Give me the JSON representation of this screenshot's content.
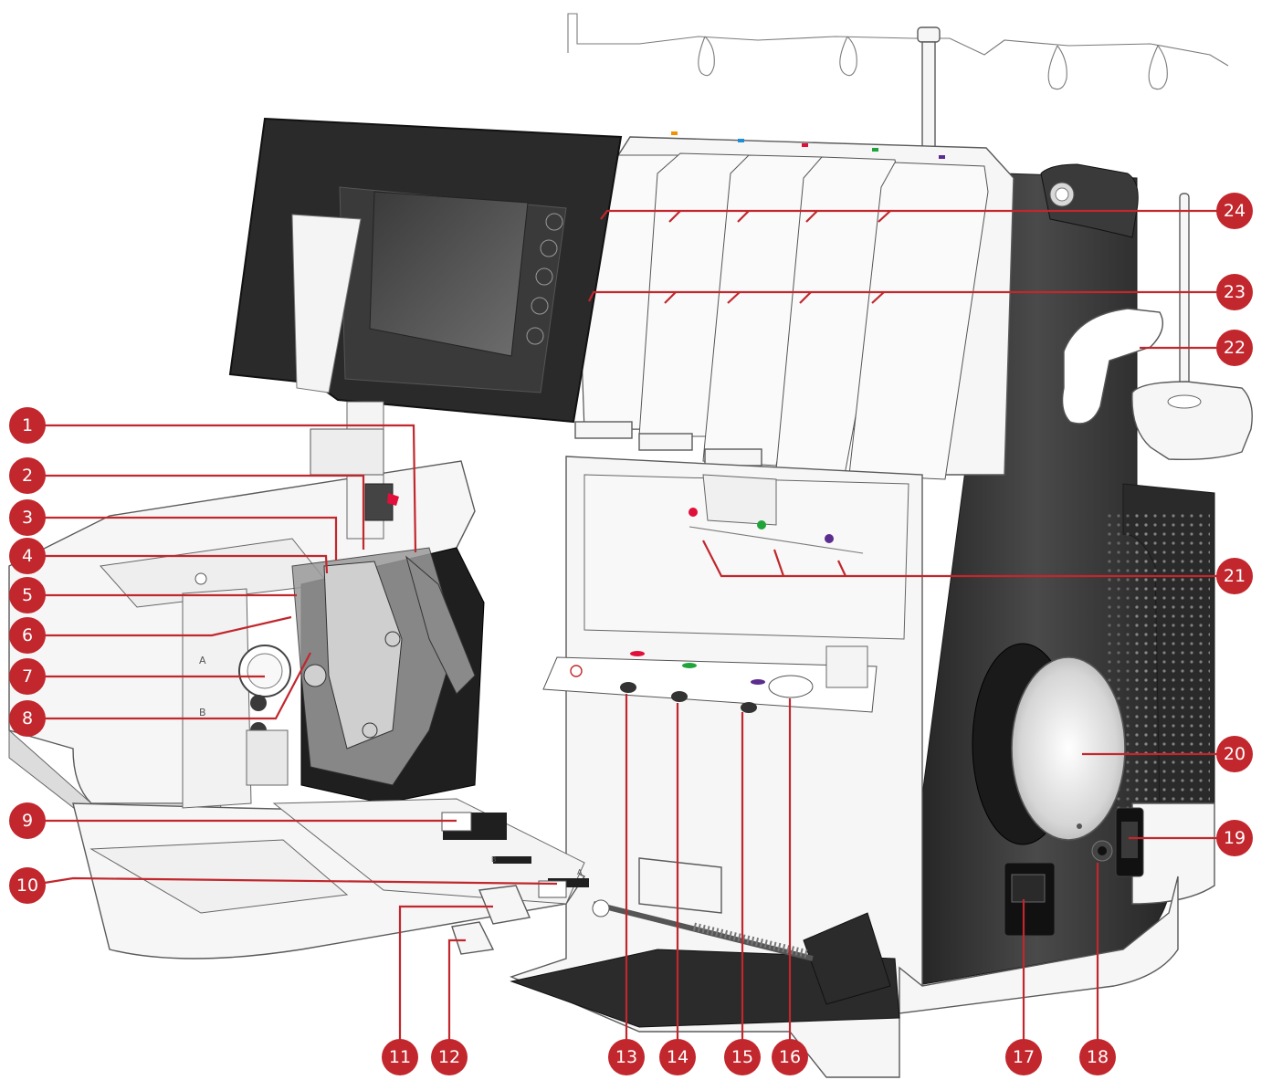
{
  "diagram": {
    "callouts": [
      {
        "label": "1"
      },
      {
        "label": "2"
      },
      {
        "label": "3"
      },
      {
        "label": "4"
      },
      {
        "label": "5"
      },
      {
        "label": "6"
      },
      {
        "label": "7"
      },
      {
        "label": "8"
      },
      {
        "label": "9"
      },
      {
        "label": "10"
      },
      {
        "label": "11"
      },
      {
        "label": "12"
      },
      {
        "label": "13"
      },
      {
        "label": "14"
      },
      {
        "label": "15"
      },
      {
        "label": "16"
      },
      {
        "label": "17"
      },
      {
        "label": "18"
      },
      {
        "label": "19"
      },
      {
        "label": "20"
      },
      {
        "label": "21"
      },
      {
        "label": "22"
      },
      {
        "label": "23"
      },
      {
        "label": "24"
      }
    ],
    "dial_marks": {
      "a": "A",
      "b": "B",
      "slider_b": "B",
      "slider_a": "A"
    },
    "colors": {
      "callout": "#c1272d",
      "body_dark": "#2f2f2f",
      "thread_red": "#e0103a",
      "thread_green": "#21a33b",
      "thread_purple": "#5b2d8e",
      "thread_orange": "#f39200",
      "thread_blue": "#1e8ed6"
    }
  }
}
